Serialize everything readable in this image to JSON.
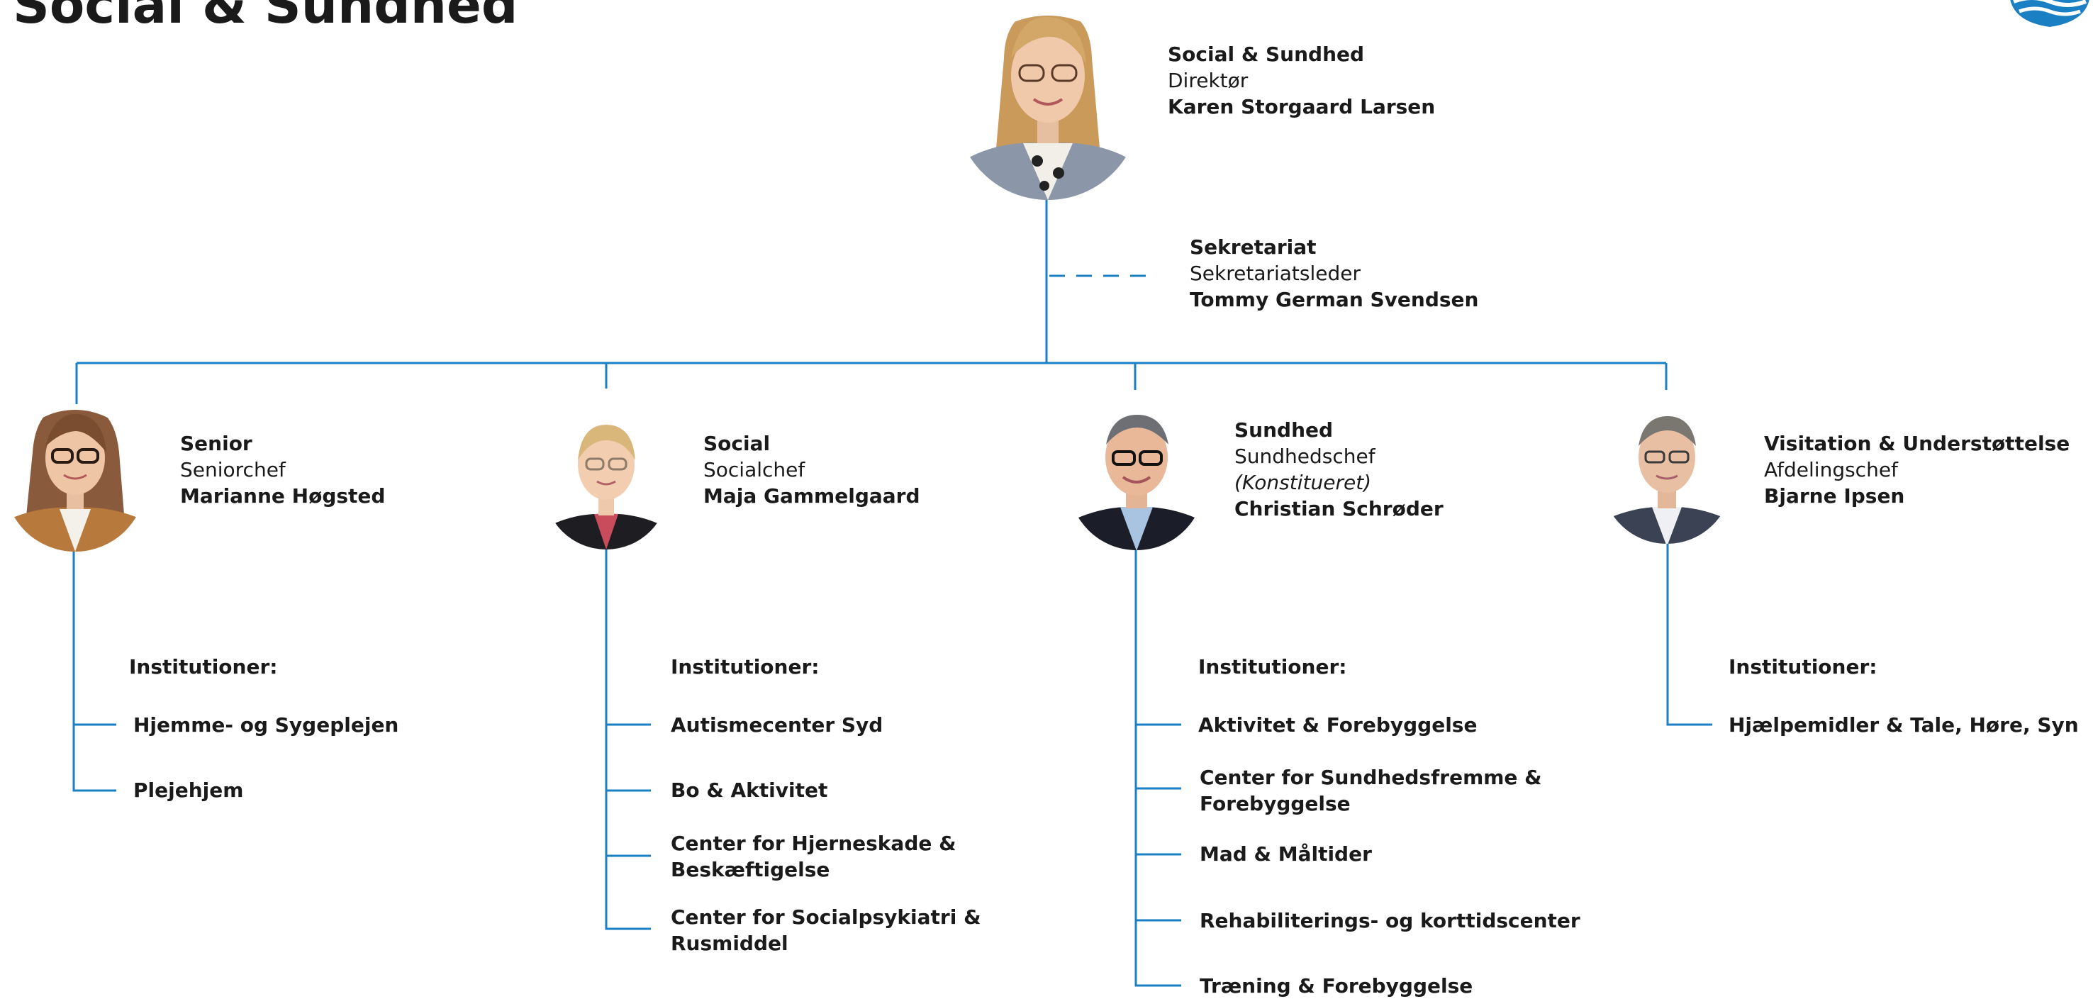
{
  "title": "Social & Sundhed",
  "colors": {
    "line": "#1b7fc4",
    "text": "#1a1a1a",
    "logo": "#1b7fc4"
  },
  "director": {
    "unit": "Social & Sundhed",
    "role": "Direktør",
    "name": "Karen Storgaard Larsen"
  },
  "secretariat": {
    "unit": "Sekretariat",
    "role": "Sekretariatsleder",
    "name": "Tommy German Svendsen"
  },
  "institutions_heading": "Institutioner:",
  "departments": [
    {
      "unit": "Senior",
      "role": "Seniorchef",
      "name": "Marianne Høgsted",
      "institutions": [
        "Hjemme- og Sygeplejen",
        "Plejehjem"
      ]
    },
    {
      "unit": "Social",
      "role": "Socialchef",
      "name": "Maja Gammelgaard",
      "institutions": [
        "Autismecenter Syd",
        "Bo & Aktivitet",
        "Center for Hjerneskade & Beskæftigelse",
        "Center for Socialpsykiatri & Rusmiddel"
      ]
    },
    {
      "unit": "Sundhed",
      "role": "Sundhedschef",
      "note": "(Konstitueret)",
      "name": "Christian Schrøder",
      "institutions": [
        "Aktivitet & Forebyggelse",
        "Center for Sundhedsfremme & Forebyggelse",
        "Mad & Måltider",
        "Rehabiliterings- og korttidscenter",
        "Træning & Forebyggelse"
      ]
    },
    {
      "unit": "Visitation & Understøttelse",
      "role": "Afdelingschef",
      "name": "Bjarne Ipsen",
      "institutions": [
        "Hjælpemidler & Tale, Høre, Syn"
      ]
    }
  ]
}
